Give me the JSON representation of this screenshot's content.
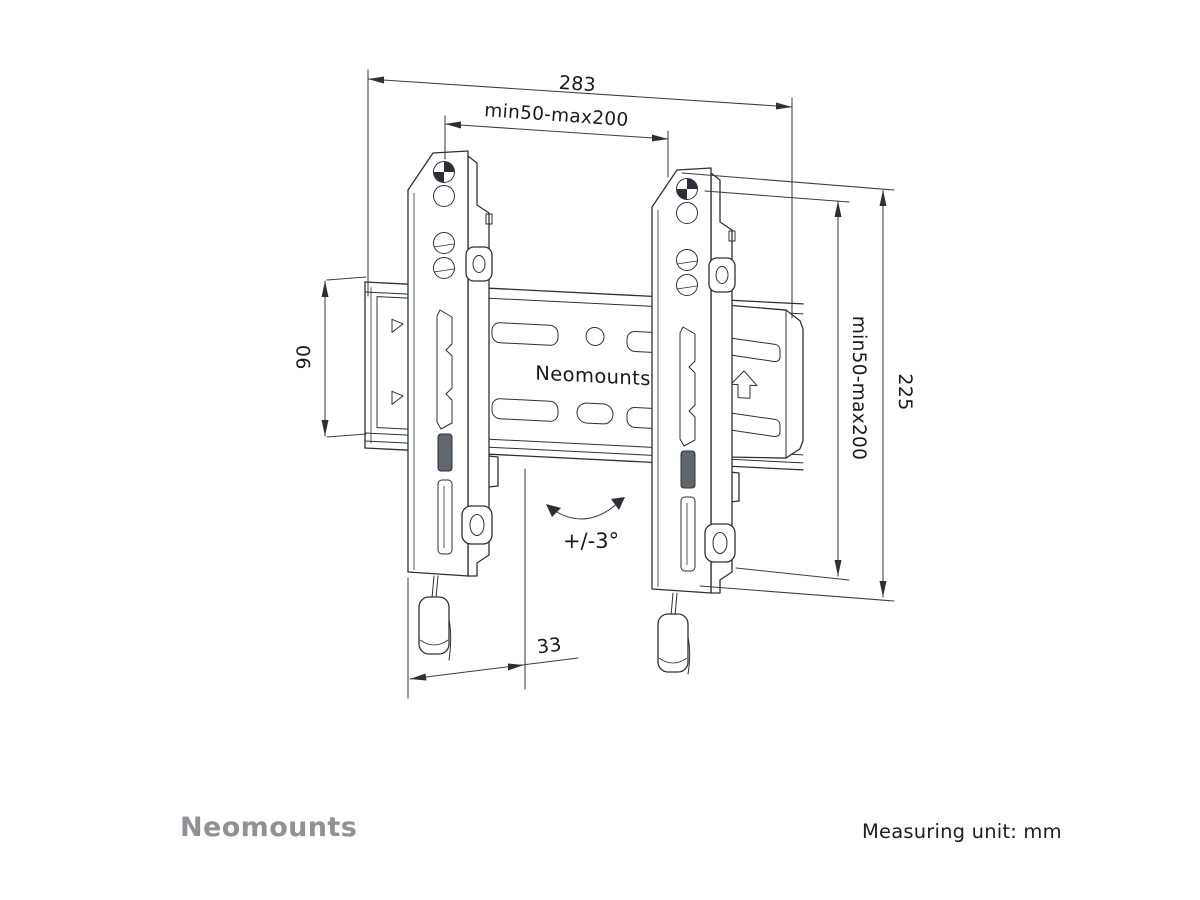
{
  "title": "Neomounts fixed TV wall mount technical drawing",
  "drawing": {
    "logo_on_plate": "Neomounts",
    "tilt_label": "+/-3°",
    "dimensions": {
      "overall_width": "283",
      "hole_pattern_width": "min50-max200",
      "hole_pattern_height": "min50-max200",
      "overall_height": "225",
      "plate_height": "90",
      "wall_distance": "33"
    }
  },
  "footer": {
    "brand": "Neomounts",
    "unit_note": "Measuring unit: mm"
  },
  "colors": {
    "line": "#2c3036",
    "text": "#17191c",
    "brand_gray": "#8f9195",
    "background": "#ffffff"
  }
}
